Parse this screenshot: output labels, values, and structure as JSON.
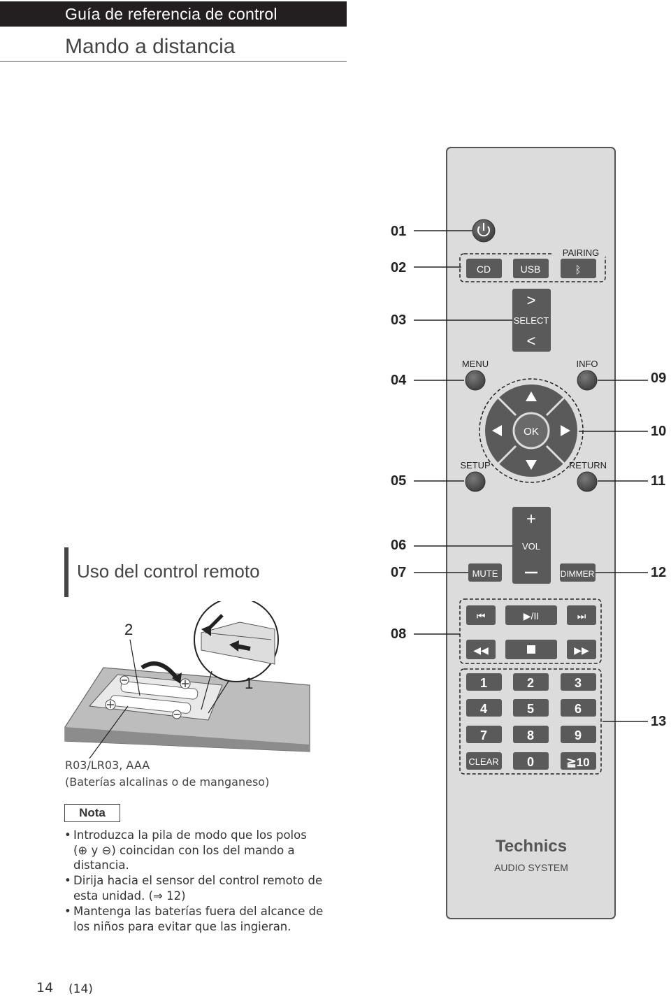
{
  "header": {
    "section_title": "Guía de referencia de control",
    "page_title": "Mando a distancia"
  },
  "usage": {
    "title": "Uso del control remoto",
    "step_labels": [
      "2",
      "1"
    ],
    "battery_type": "R03/LR03, AAA",
    "battery_desc": "(Baterías alcalinas o de manganeso)"
  },
  "note": {
    "label": "Nota",
    "items": [
      {
        "lines": [
          "Introduzca la pila de modo que los polos",
          "(⊕ y ⊖) coincidan con los del mando a",
          "distancia."
        ]
      },
      {
        "lines": [
          "Dirija hacia el sensor del control remoto de",
          "esta unidad. (⇒ 12)"
        ]
      },
      {
        "lines": [
          "Mantenga las baterías fuera del alcance de",
          "los niños para evitar que las ingieran."
        ]
      }
    ]
  },
  "callouts_left": [
    "01",
    "02",
    "03",
    "04",
    "05",
    "06",
    "07",
    "08"
  ],
  "callouts_right": [
    "09",
    "10",
    "11",
    "12",
    "13"
  ],
  "remote": {
    "source_buttons": [
      "CD",
      "USB"
    ],
    "pairing_label": "PAIRING",
    "select_label": "SELECT",
    "menu_label": "MENU",
    "info_label": "INFO",
    "ok_label": "OK",
    "setup_label": "SETUP",
    "return_label": "RETURN",
    "vol_label": "VOL",
    "mute_label": "MUTE",
    "dimmer_label": "DIMMER",
    "numpad": [
      "1",
      "2",
      "3",
      "4",
      "5",
      "6",
      "7",
      "8",
      "9"
    ],
    "clear_label": "CLEAR",
    "zero_label": "0",
    "ten_plus_label": "≧10",
    "brand": "Technics",
    "brand_sub": "AUDIO SYSTEM"
  },
  "footer": {
    "page_number": "14",
    "page_sub": "(14)"
  },
  "colors": {
    "header_bg": "#231f20",
    "remote_body": "#dcdcdc",
    "button_dark": "#5a5a5a",
    "button_round": "#4a4a4a"
  }
}
